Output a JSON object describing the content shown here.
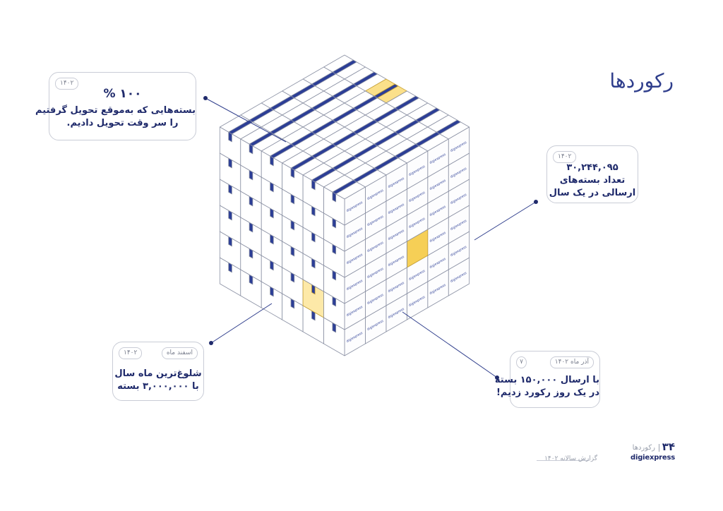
{
  "page": {
    "title": "رکوردها"
  },
  "brand": {
    "box_label": "digiexpress",
    "accent": "#2c3e96",
    "highlight": "#f8d35d"
  },
  "callouts": [
    {
      "tag": "۱۴۰۲",
      "headline": "۱۰۰ %",
      "line1": "بسته‌هایی که به‌موقع تحویل گرفتیم",
      "line2": "را سر وقت تحویل دادیم."
    },
    {
      "tag": "۱۴۰۲",
      "line1": "۳۰,۲۴۴,۰۹۵",
      "line2": "تعداد بسته‌های",
      "line3": "ارسالی در یک سال"
    },
    {
      "tag_month": "اسفند ماه",
      "tag_year": "۱۴۰۲",
      "line1": "شلوغ‌ترین ماه سال",
      "line2": "با ۳,۰۰۰,۰۰۰ بسته"
    },
    {
      "tag_month": "آذر ماه ۱۴۰۲",
      "tag_day": "۷",
      "line1": "با ارسال ۱۵۰,۰۰۰ بسته",
      "line2": "در یک روز رکورد زدیم!"
    }
  ],
  "footer": {
    "section": "رکوردها",
    "page_number": "۳۴",
    "report": "گزارش سالانه ۱۴۰۲",
    "brand": "digiexpress"
  }
}
